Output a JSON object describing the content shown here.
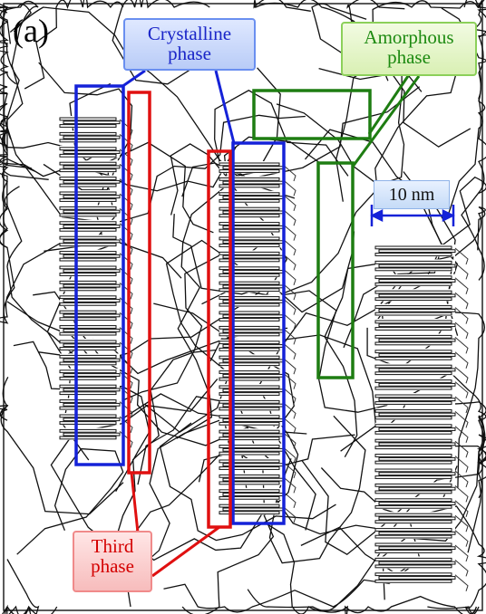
{
  "panel_label": "(a)",
  "labels": {
    "crystalline_line1": "Crystalline",
    "crystalline_line2": "phase",
    "amorphous_line1": "Amorphous",
    "amorphous_line2": "phase",
    "third_line1": "Third",
    "third_line2": "phase",
    "scale": "10 nm"
  },
  "colors": {
    "crystalline": "#1522d8",
    "amorphous": "#1e7d12",
    "third": "#e01010",
    "chains": "#111111"
  },
  "lamellar_stacks": 3
}
